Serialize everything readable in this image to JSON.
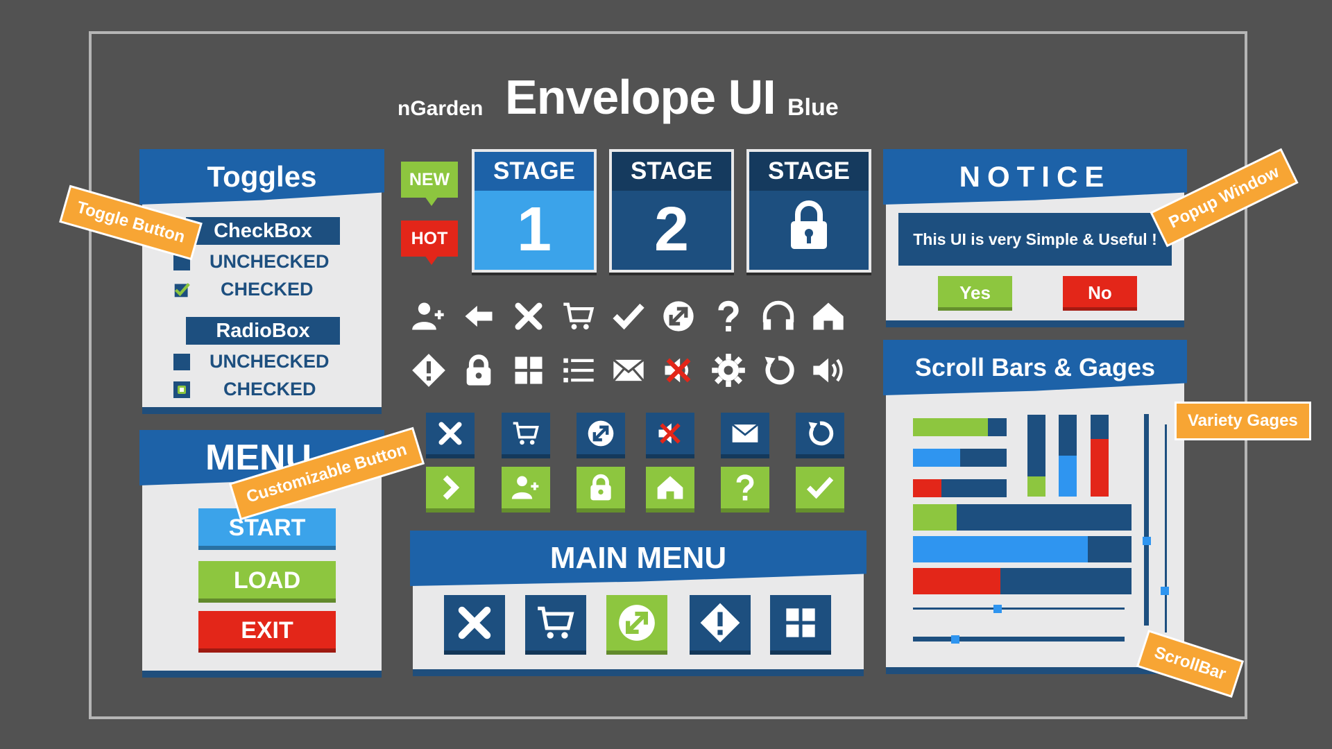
{
  "header": {
    "brand": "nGarden",
    "title": "Envelope UI",
    "variant": "Blue"
  },
  "toggles": {
    "title": "Toggles",
    "checkbox_label": "CheckBox",
    "checkbox_unchecked": "UNCHECKED",
    "checkbox_checked": "CHECKED",
    "radio_label": "RadioBox",
    "radio_unchecked": "UNCHECKED",
    "radio_checked": "CHECKED"
  },
  "menu": {
    "title": "MENU",
    "start": "START",
    "load": "LOAD",
    "exit": "EXIT"
  },
  "badges": {
    "new": "NEW",
    "hot": "HOT"
  },
  "stages": [
    {
      "label": "STAGE",
      "value": "1"
    },
    {
      "label": "STAGE",
      "value": "2"
    },
    {
      "label": "STAGE",
      "value": ""
    }
  ],
  "notice": {
    "title": "NOTICE",
    "message": "This UI is very Simple & Useful !",
    "yes": "Yes",
    "no": "No"
  },
  "scroll": {
    "title": "Scroll Bars & Gages"
  },
  "main_menu": {
    "title": "MAIN MENU"
  },
  "callouts": {
    "toggle_button": "Toggle Button",
    "customizable_button": "Customizable Button",
    "popup_window": "Popup Window",
    "variety_gages": "Variety Gages",
    "scrollbar": "ScrollBar"
  },
  "gauges": {
    "horizontal": [
      0.8,
      0.5,
      0.3,
      0.2,
      0.8,
      0.4
    ],
    "vertical": [
      0.25,
      0.5,
      0.7
    ],
    "sliders": [
      0.4,
      0.2
    ],
    "scrollbars": [
      0.6,
      0.8
    ]
  },
  "colors": {
    "blue": "#1d4f7f",
    "bright_blue": "#2f95f0",
    "green": "#8dc63f",
    "red": "#e32619",
    "orange": "#f7a534"
  }
}
